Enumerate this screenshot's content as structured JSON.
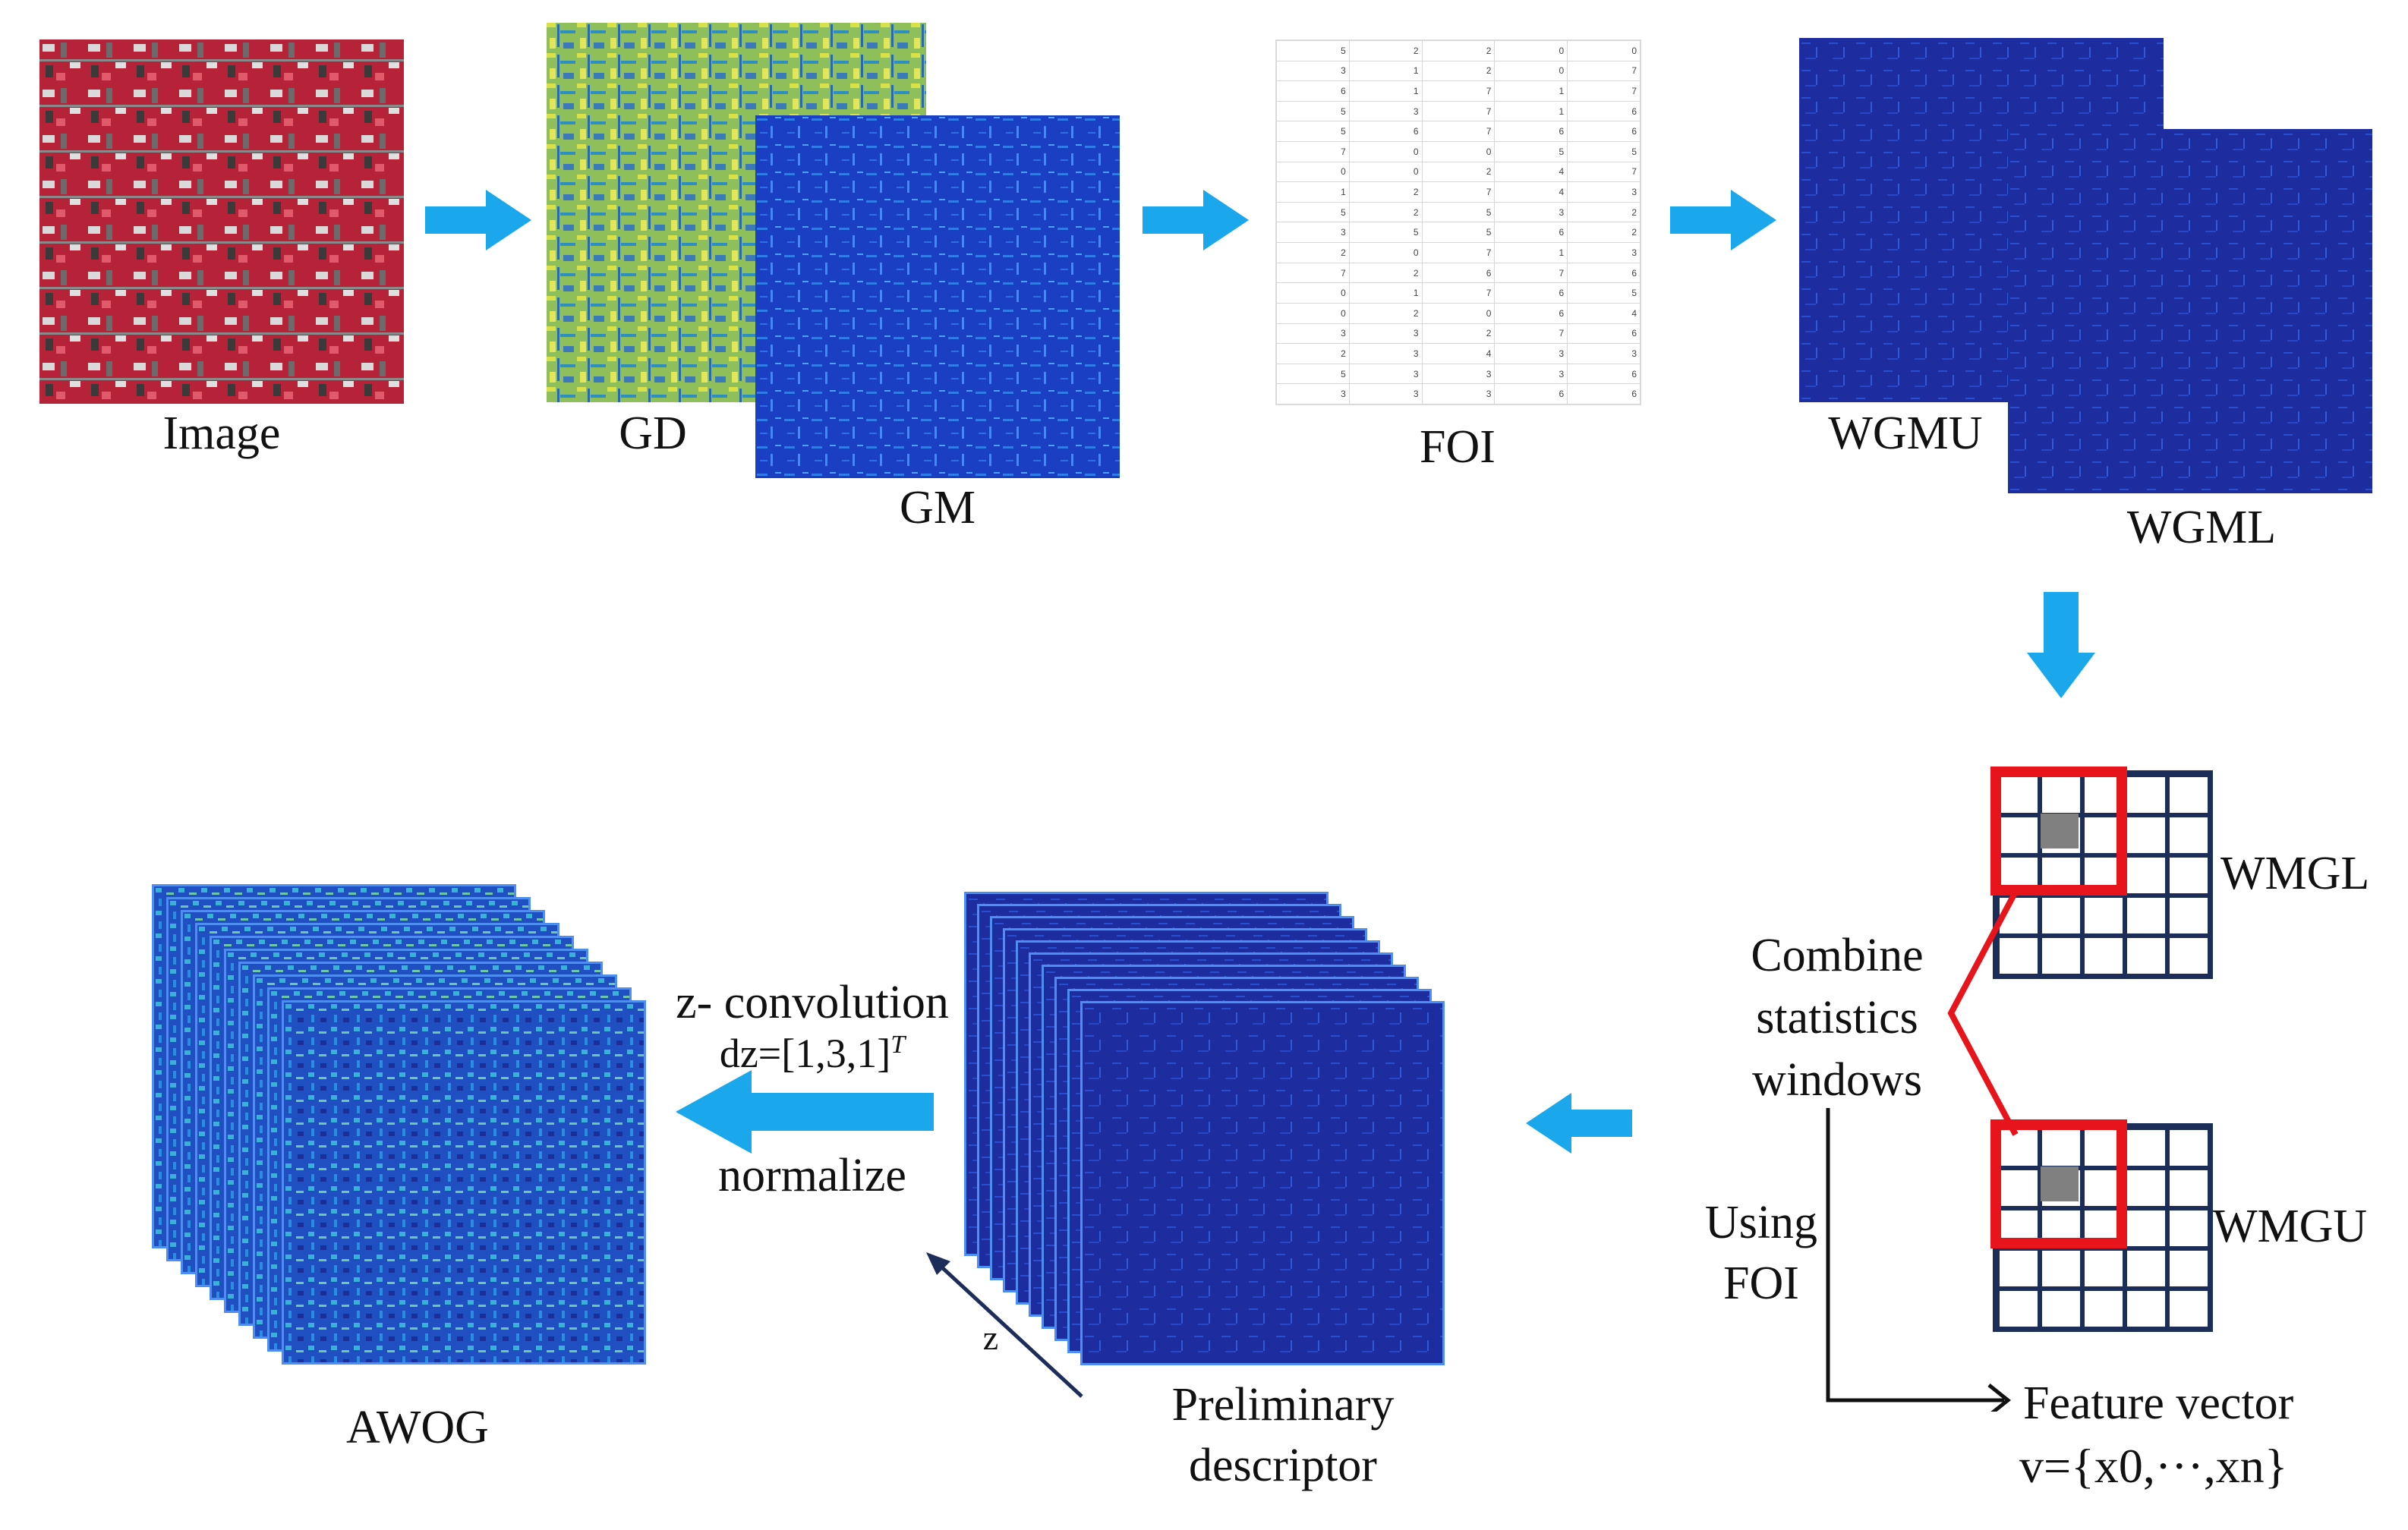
{
  "labels": {
    "image": "Image",
    "gd": "GD",
    "gm": "GM",
    "foi": "FOI",
    "wgmu": "WGMU",
    "wgml": "WGML",
    "wmgl": "WMGL",
    "wmgu": "WMGU",
    "combine_line1": "Combine",
    "combine_line2": "statistics",
    "combine_line3": "windows",
    "using_line1": "Using",
    "using_line2": "FOI",
    "feature_vector": "Feature vector",
    "vector_formula": "v={x0,···,xn}",
    "preliminary_line1": "Preliminary",
    "preliminary_line2": "descriptor",
    "z_axis": "z",
    "zconv_line1": "z- convolution",
    "zconv_line2": "dz=[1,3,1]T",
    "normalize": "normalize",
    "awog": "AWOG"
  },
  "foi_table": [
    [
      "5",
      "2",
      "2",
      "0",
      "0"
    ],
    [
      "3",
      "1",
      "2",
      "0",
      "7"
    ],
    [
      "6",
      "1",
      "7",
      "1",
      "7"
    ],
    [
      "5",
      "3",
      "7",
      "1",
      "6"
    ],
    [
      "5",
      "6",
      "7",
      "6",
      "6"
    ],
    [
      "7",
      "0",
      "0",
      "5",
      "5"
    ],
    [
      "0",
      "0",
      "2",
      "4",
      "7"
    ],
    [
      "1",
      "2",
      "7",
      "4",
      "3"
    ],
    [
      "5",
      "2",
      "5",
      "3",
      "2"
    ],
    [
      "3",
      "5",
      "5",
      "6",
      "2"
    ],
    [
      "2",
      "0",
      "7",
      "1",
      "3"
    ],
    [
      "7",
      "2",
      "6",
      "7",
      "6"
    ],
    [
      "0",
      "1",
      "7",
      "6",
      "5"
    ],
    [
      "0",
      "2",
      "0",
      "6",
      "4"
    ],
    [
      "3",
      "3",
      "2",
      "7",
      "6"
    ],
    [
      "2",
      "3",
      "4",
      "3",
      "3"
    ],
    [
      "5",
      "3",
      "3",
      "3",
      "6"
    ],
    [
      "3",
      "3",
      "3",
      "6",
      "6"
    ]
  ],
  "colors": {
    "arrow": "#1aa7ec",
    "highlight": "#e8141c",
    "grid_line": "#1d2d5a",
    "center_cell": "#808080",
    "dark_blue_map": "#1f2fa0",
    "gradient_blue_map": "#1e4fd6",
    "gd_yellow_map": "#c9d84a",
    "false_color_red": "#c0283c",
    "awog_base": "#2467c8"
  },
  "icons": [
    "right-arrow-icon",
    "down-arrow-icon",
    "left-arrow-icon"
  ]
}
